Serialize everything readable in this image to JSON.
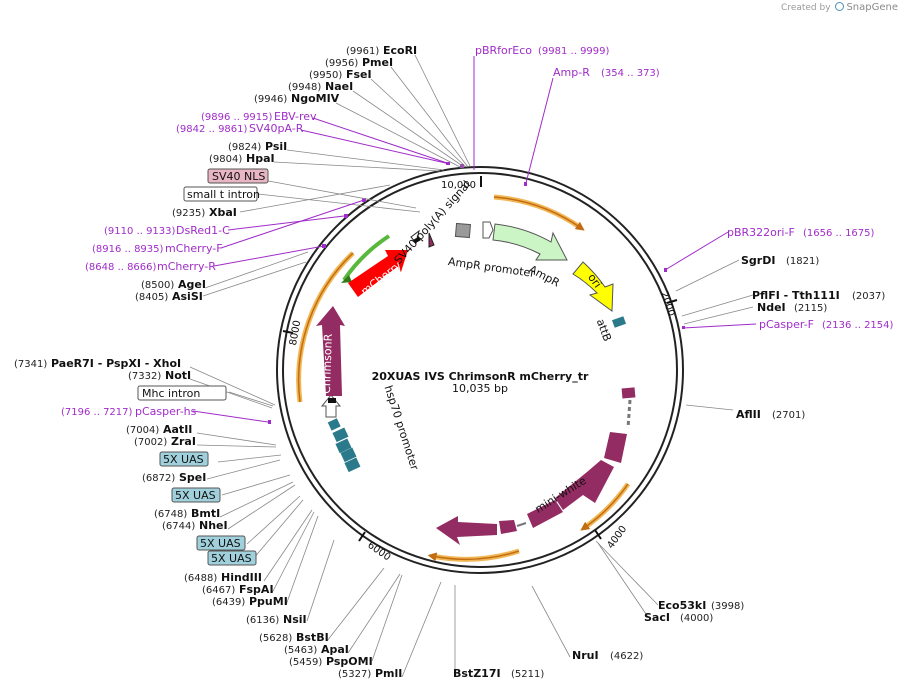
{
  "credit": {
    "prefix": "Created by",
    "brand": "SnapGene"
  },
  "plasmid": {
    "name": "20XUAS IVS ChrimsonR mCherry_tr",
    "length_label": "10,035 bp"
  },
  "ticks": [
    {
      "label": "10,000",
      "bp": 10000
    },
    {
      "label": "2000",
      "bp": 2000
    },
    {
      "label": "4000",
      "bp": 4000
    },
    {
      "label": "6000",
      "bp": 6000
    },
    {
      "label": "8000",
      "bp": 8000
    }
  ],
  "sites": [
    {
      "name": "EcoRI",
      "pos": "(9961)",
      "bp": 9961
    },
    {
      "name": "PmeI",
      "pos": "(9956)",
      "bp": 9956
    },
    {
      "name": "FseI",
      "pos": "(9950)",
      "bp": 9950
    },
    {
      "name": "NaeI",
      "pos": "(9948)",
      "bp": 9948
    },
    {
      "name": "NgoMIV",
      "pos": "(9946)",
      "bp": 9946
    },
    {
      "name": "PsiI",
      "pos": "(9824)",
      "bp": 9824
    },
    {
      "name": "HpaI",
      "pos": "(9804)",
      "bp": 9804
    },
    {
      "name": "XbaI",
      "pos": "(9235)",
      "bp": 9235
    },
    {
      "name": "AgeI",
      "pos": "(8500)",
      "bp": 8500
    },
    {
      "name": "AsiSI",
      "pos": "(8405)",
      "bp": 8405
    },
    {
      "name": "PaeR7I - PspXI - XhoI",
      "pos": "(7341)",
      "bp": 7341
    },
    {
      "name": "NotI",
      "pos": "(7332)",
      "bp": 7332
    },
    {
      "name": "AatII",
      "pos": "(7004)",
      "bp": 7004
    },
    {
      "name": "ZraI",
      "pos": "(7002)",
      "bp": 7002
    },
    {
      "name": "SpeI",
      "pos": "(6872)",
      "bp": 6872
    },
    {
      "name": "BmtI",
      "pos": "(6748)",
      "bp": 6748
    },
    {
      "name": "NheI",
      "pos": "(6744)",
      "bp": 6744
    },
    {
      "name": "HindIII",
      "pos": "(6488)",
      "bp": 6488
    },
    {
      "name": "FspAI",
      "pos": "(6467)",
      "bp": 6467
    },
    {
      "name": "PpuMI",
      "pos": "(6439)",
      "bp": 6439
    },
    {
      "name": "NsiI",
      "pos": "(6136)",
      "bp": 6136
    },
    {
      "name": "BstBI",
      "pos": "(5628)",
      "bp": 5628
    },
    {
      "name": "ApaI",
      "pos": "(5463)",
      "bp": 5463
    },
    {
      "name": "PspOMI",
      "pos": "(5459)",
      "bp": 5459
    },
    {
      "name": "PmlI",
      "pos": "(5327)",
      "bp": 5327
    },
    {
      "name": "BstZ17I",
      "pos": "(5211)",
      "bp": 5211
    },
    {
      "name": "NruI",
      "pos": "(4622)",
      "bp": 4622
    },
    {
      "name": "SacI",
      "pos": "(4000)",
      "bp": 4000
    },
    {
      "name": "Eco53kI",
      "pos": "(3998)",
      "bp": 3998
    },
    {
      "name": "AflII",
      "pos": "(2701)",
      "bp": 2701
    },
    {
      "name": "NdeI",
      "pos": "(2115)",
      "bp": 2115
    },
    {
      "name": "PflFI - Tth111I",
      "pos": "(2037)",
      "bp": 2037
    },
    {
      "name": "SgrDI",
      "pos": "(1821)",
      "bp": 1821
    }
  ],
  "primers": [
    {
      "name": "pBRforEco",
      "pos": "(9981 .. 9999)",
      "bp": 9990
    },
    {
      "name": "Amp-R",
      "pos": "(354 .. 373)",
      "bp": 363
    },
    {
      "name": "EBV-rev",
      "pos": "(9896 .. 9915)",
      "bp": 9905
    },
    {
      "name": "SV40pA-R",
      "pos": "(9842 .. 9861)",
      "bp": 9851
    },
    {
      "name": "DsRed1-C",
      "pos": "(9110 .. 9133)",
      "bp": 9121
    },
    {
      "name": "mCherry-F",
      "pos": "(8916 .. 8935)",
      "bp": 8925
    },
    {
      "name": "mCherry-R",
      "pos": "(8648 .. 8666)",
      "bp": 8657
    },
    {
      "name": "pCasper-hs",
      "pos": "(7196 .. 7217)",
      "bp": 7206
    },
    {
      "name": "pBR322ori-F",
      "pos": "(1656 .. 1675)",
      "bp": 1665
    },
    {
      "name": "pCasper-F",
      "pos": "(2136 .. 2154)",
      "bp": 2145
    }
  ],
  "boxed_features": [
    {
      "name": "SV40 NLS",
      "color": "#e7b5c3"
    },
    {
      "name": "small t intron",
      "color": "#ffffff"
    },
    {
      "name": "Mhc intron",
      "color": "#ffffff"
    },
    {
      "name": "5X UAS",
      "color": "#9fd0dc"
    },
    {
      "name": "5X UAS",
      "color": "#9fd0dc"
    },
    {
      "name": "5X UAS",
      "color": "#9fd0dc"
    },
    {
      "name": "5X UAS",
      "color": "#9fd0dc"
    }
  ],
  "features": [
    {
      "name": "AmpR",
      "color": "#ccf5c6",
      "start": 250,
      "end": 1000
    },
    {
      "name": "AmpR promoter",
      "color": "#ffffff",
      "start": 95,
      "end": 200
    },
    {
      "name": "ori",
      "color": "#ffff00",
      "start": 1100,
      "end": 1700
    },
    {
      "name": "attB",
      "color": "#2a7a8c",
      "start": 1930,
      "end": 2000
    },
    {
      "name": "mini-white",
      "color": "#932c62",
      "start": 2700,
      "end": 5300
    },
    {
      "name": "hsp70 promoter",
      "color": "#ffffff",
      "start": 7300,
      "end": 7500
    },
    {
      "name": "ChrimsonR",
      "color": "#932c62",
      "start": 7620,
      "end": 8400
    },
    {
      "name": "mCherry",
      "color": "#ff0000",
      "start": 8500,
      "end": 9200
    },
    {
      "name": "SV40 poly(A) signal",
      "color": "#ffffff",
      "start": 9500,
      "end": 9700
    }
  ],
  "colors": {
    "site_label": "#111111",
    "primer_label": "#a02cc9",
    "backbone": "#222222",
    "orange_arrow": "#f2b654",
    "green_arrow": "#58b83c"
  }
}
